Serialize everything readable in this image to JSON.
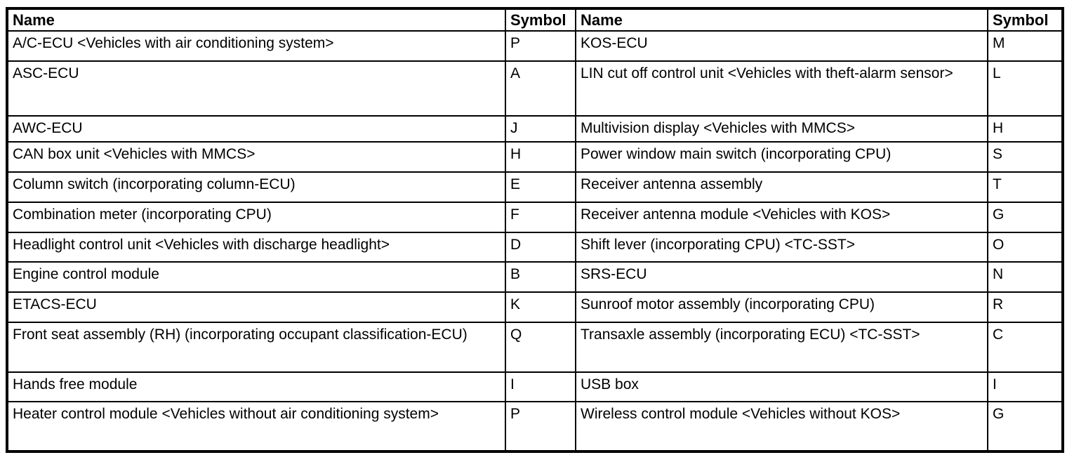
{
  "table": {
    "headers": [
      "Name",
      "Symbol",
      "Name",
      "Symbol"
    ],
    "rows": [
      [
        "A/C-ECU <Vehicles with air conditioning system>",
        "P",
        "KOS-ECU",
        "M"
      ],
      [
        "ASC-ECU",
        "A",
        "LIN cut off control unit <Vehicles with theft-alarm sensor>",
        "L"
      ],
      [
        "AWC-ECU",
        "J",
        "Multivision display <Vehicles with MMCS>",
        "H"
      ],
      [
        "CAN box unit <Vehicles with MMCS>",
        "H",
        "Power window main switch (incorporating CPU)",
        "S"
      ],
      [
        "Column switch (incorporating column-ECU)",
        "E",
        "Receiver antenna assembly",
        "T"
      ],
      [
        "Combination meter (incorporating CPU)",
        "F",
        "Receiver antenna module <Vehicles with KOS>",
        "G"
      ],
      [
        "Headlight control unit <Vehicles with discharge headlight>",
        "D",
        "Shift lever (incorporating CPU) <TC-SST>",
        "O"
      ],
      [
        "Engine control module",
        "B",
        "SRS-ECU",
        "N"
      ],
      [
        "ETACS-ECU",
        "K",
        "Sunroof motor assembly (incorporating CPU)",
        "R"
      ],
      [
        "Front seat assembly (RH) (incorporating occupant classification-ECU)",
        "Q",
        "Transaxle assembly (incorporating ECU) <TC-SST>",
        "C"
      ],
      [
        "Hands free module",
        "I",
        "USB box",
        "I"
      ],
      [
        "Heater control module <Vehicles without air conditioning system>",
        "P",
        "Wireless control module <Vehicles without KOS>",
        "G"
      ]
    ],
    "colors": {
      "text": "#000000",
      "border": "#000000",
      "background": "#ffffff"
    }
  }
}
